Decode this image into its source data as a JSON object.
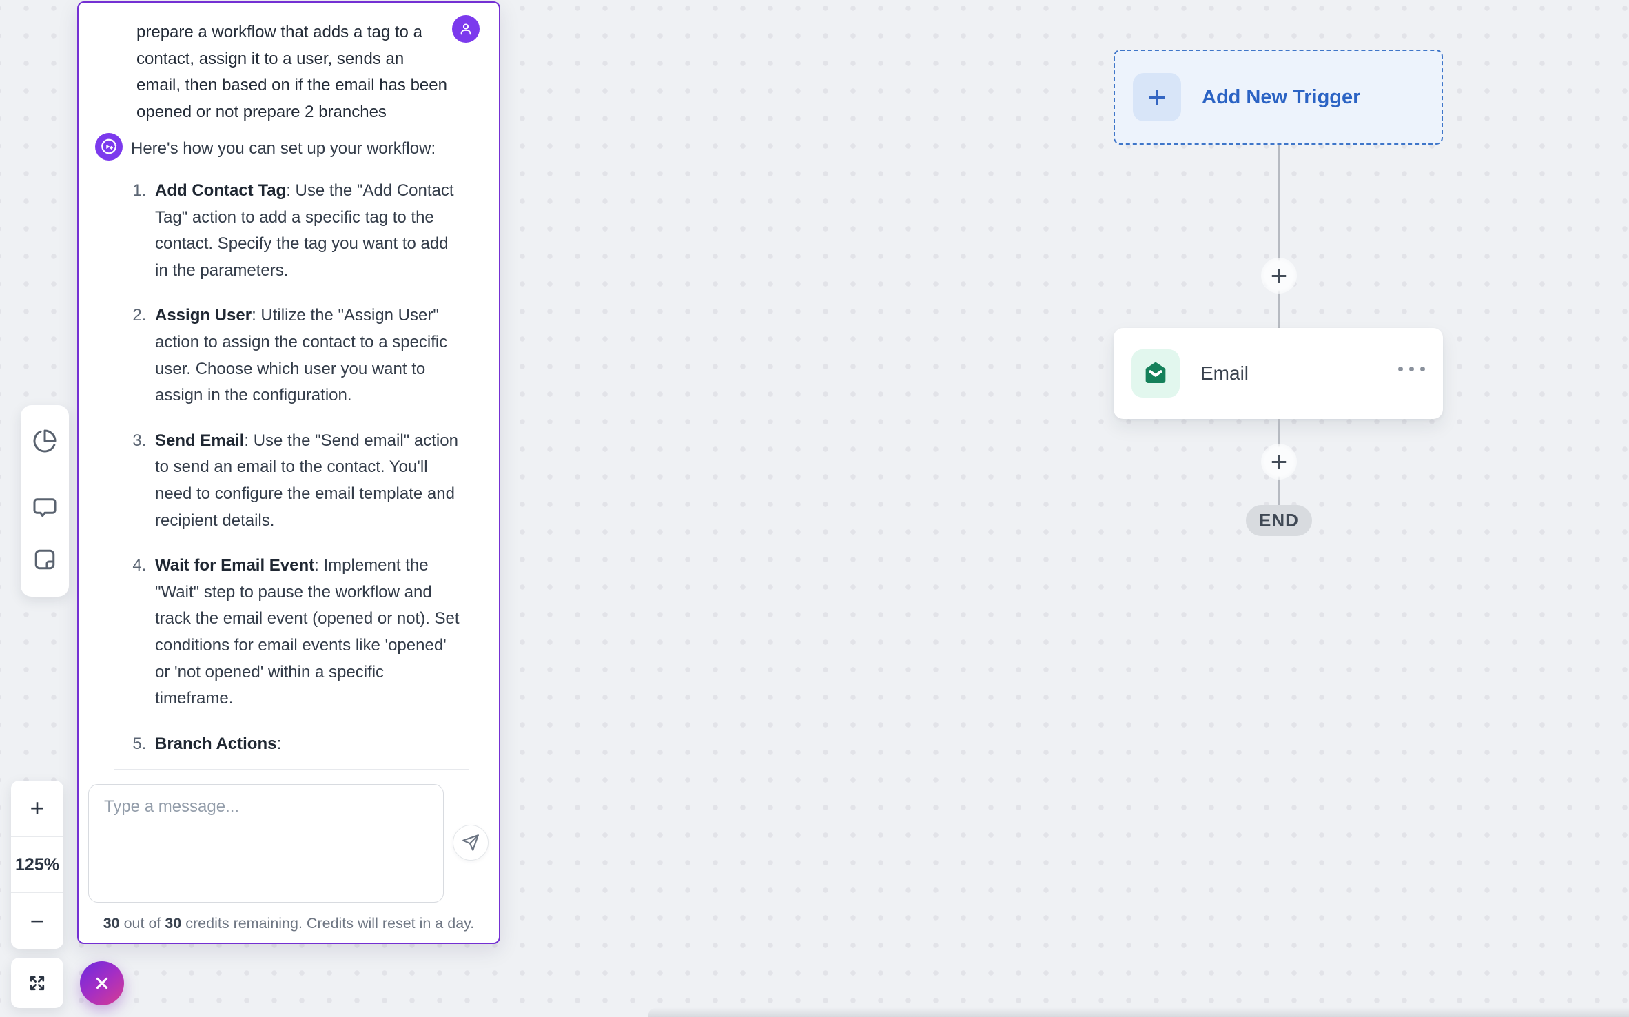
{
  "colors": {
    "accent_purple": "#7430d3",
    "avatar_purple": "#7c3aed",
    "trigger_blue": "#2b63c4",
    "trigger_bg": "#edf3fc",
    "email_green": "#15805a",
    "email_icon_bg": "#e2f7ee",
    "canvas_bg": "#eff1f4",
    "canvas_dot": "#e2e3e8",
    "end_badge_bg": "#d8dbdf",
    "close_gradient_start": "#712bdc",
    "close_gradient_end": "#d23b96"
  },
  "chat": {
    "user_message": "prepare a workflow that adds a tag to a contact, assign it to a user, sends an email, then based on if the email has been opened or not prepare 2 branches",
    "assistant_intro": "Here's how you can set up your workflow:",
    "steps": [
      {
        "title": "Add Contact Tag",
        "body": ": Use the \"Add Contact Tag\" action to add a specific tag to the contact. Specify the tag you want to add in the parameters."
      },
      {
        "title": "Assign User",
        "body": ": Utilize the \"Assign User\" action to assign the contact to a specific user. Choose which user you want to assign in the configuration."
      },
      {
        "title": "Send Email",
        "body": ": Use the \"Send email\" action to send an email to the contact. You'll need to configure the email template and recipient details."
      },
      {
        "title": "Wait for Email Event",
        "body": ": Implement the \"Wait\" step to pause the workflow and track the email event (opened or not). Set conditions for email events like 'opened' or 'not opened' within a specific timeframe."
      },
      {
        "title": "Branch Actions",
        "body": ":"
      }
    ],
    "composer": {
      "placeholder": "Type a message...",
      "send_icon": "paper-plane-icon"
    },
    "credits": {
      "remaining": "30",
      "mid": " out of ",
      "total": "30",
      "suffix": " credits remaining. Credits will reset in a day."
    },
    "avatars": {
      "user_icon": "person-icon",
      "assistant_icon": "ai-logo-icon"
    }
  },
  "side_toolbar": {
    "icons": [
      "pie-chart-icon",
      "chat-bubble-icon",
      "notes-icon"
    ]
  },
  "zoom_controls": {
    "zoom_in": "+",
    "zoom_level": "125%",
    "zoom_out": "−"
  },
  "fullscreen_button": {
    "icon": "expand-arrows-icon"
  },
  "close_button": {
    "icon": "x-icon"
  },
  "canvas": {
    "trigger": {
      "label": "Add New Trigger",
      "plus": "+"
    },
    "connectors": {
      "add_step_1": "+",
      "add_step_2": "+"
    },
    "email_node": {
      "label": "Email",
      "icon": "email-envelope-icon",
      "menu_icon": "ellipsis-icon"
    },
    "end_badge": "END"
  }
}
